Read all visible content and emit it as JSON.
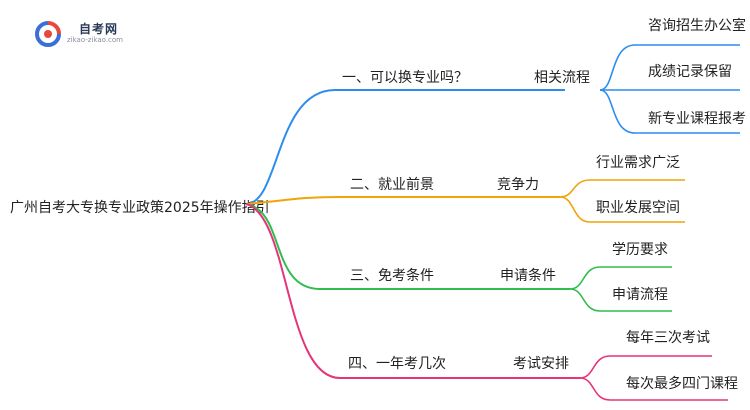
{
  "logo": {
    "name": "自考网",
    "url": "zikao-zikao.com"
  },
  "root": {
    "label": "广州自考大专换专业政策2025年操作指引"
  },
  "colors": {
    "blue": "#2d8cf0",
    "orange": "#f0a30a",
    "green": "#2fbd4e",
    "pink": "#e6337a",
    "logo_red": "#e8473b",
    "logo_blue": "#3a6fd8"
  },
  "branches": [
    {
      "label": "一、可以换专业吗？",
      "sub": "相关流程",
      "color": "blue",
      "leaves": [
        "咨询招生办公室",
        "成绩记录保留",
        "新专业课程报考"
      ]
    },
    {
      "label": "二、就业前景",
      "sub": "竞争力",
      "color": "orange",
      "leaves": [
        "行业需求广泛",
        "职业发展空间"
      ]
    },
    {
      "label": "三、免考条件",
      "sub": "申请条件",
      "color": "green",
      "leaves": [
        "学历要求",
        "申请流程"
      ]
    },
    {
      "label": "四、一年考几次",
      "sub": "考试安排",
      "color": "pink",
      "leaves": [
        "每年三次考试",
        "每次最多四门课程"
      ]
    }
  ]
}
